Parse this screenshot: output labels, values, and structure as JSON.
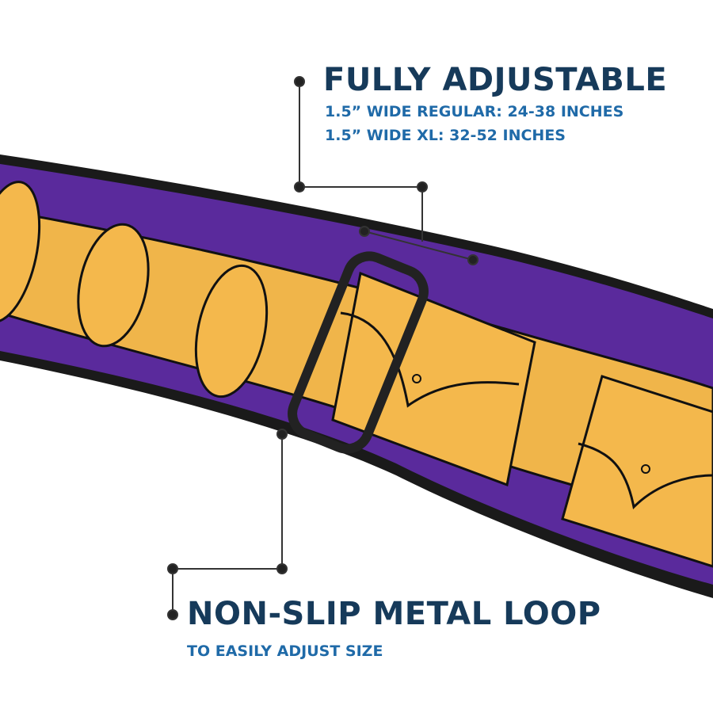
{
  "top_callout": {
    "title": "FULLY ADJUSTABLE",
    "lines": [
      "1.5”  WIDE REGULAR: 24-38 INCHES",
      "1.5” WIDE XL: 32-52 INCHES"
    ]
  },
  "bottom_callout": {
    "title": "NON-SLIP METAL LOOP",
    "subtitle": "TO EASILY ADJUST SIZE"
  },
  "colors": {
    "navy": "#163a5a",
    "blue": "#1f6aa8",
    "belt_purple": "#5a2a9c",
    "belt_yellow": "#f0b54a",
    "edge": "#1a1a1a"
  }
}
